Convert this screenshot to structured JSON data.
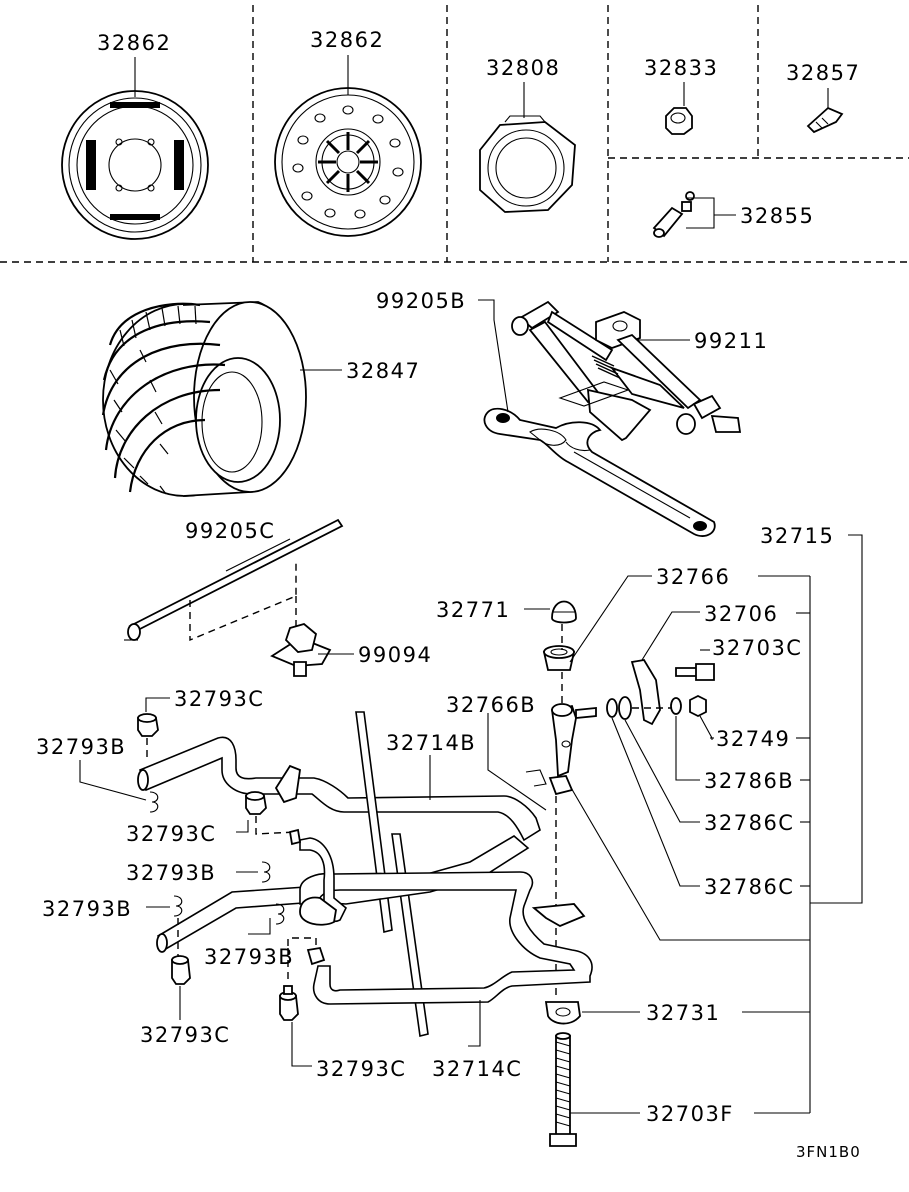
{
  "labels": {
    "l32862a": "32862",
    "l32862b": "32862",
    "l32808": "32808",
    "l32833": "32833",
    "l32857": "32857",
    "l32855": "32855",
    "l99205B": "99205B",
    "l99211": "99211",
    "l32847": "32847",
    "l32715": "32715",
    "l99205C": "99205C",
    "l32766": "32766",
    "l32771": "32771",
    "l32706": "32706",
    "l32703C": "32703C",
    "l99094": "99094",
    "l32793Ca": "32793C",
    "l32766B": "32766B",
    "l32749": "32749",
    "l32793Ba": "32793B",
    "l32714B": "32714B",
    "l32786B": "32786B",
    "l32793Cb": "32793C",
    "l32786Ca": "32786C",
    "l32793Bb": "32793B",
    "l32786Cb": "32786C",
    "l32793Bc": "32793B",
    "l32793Bd": "32793B",
    "l32731": "32731",
    "l32793Cc": "32793C",
    "l32793Cd": "32793C",
    "l32714C": "32714C",
    "l32703F": "32703F",
    "code": "3FN1B0"
  },
  "icons": [
    "wheel-rim-icon",
    "steel-wheel-icon",
    "wheel-cap-icon",
    "lug-nut-icon",
    "valve-icon",
    "valve-stem-icon",
    "tire-icon",
    "jack-icon",
    "jack-handle-icon",
    "rod-icon",
    "clip-icon",
    "hook-icon",
    "bracket-icon",
    "bolt-icon"
  ]
}
